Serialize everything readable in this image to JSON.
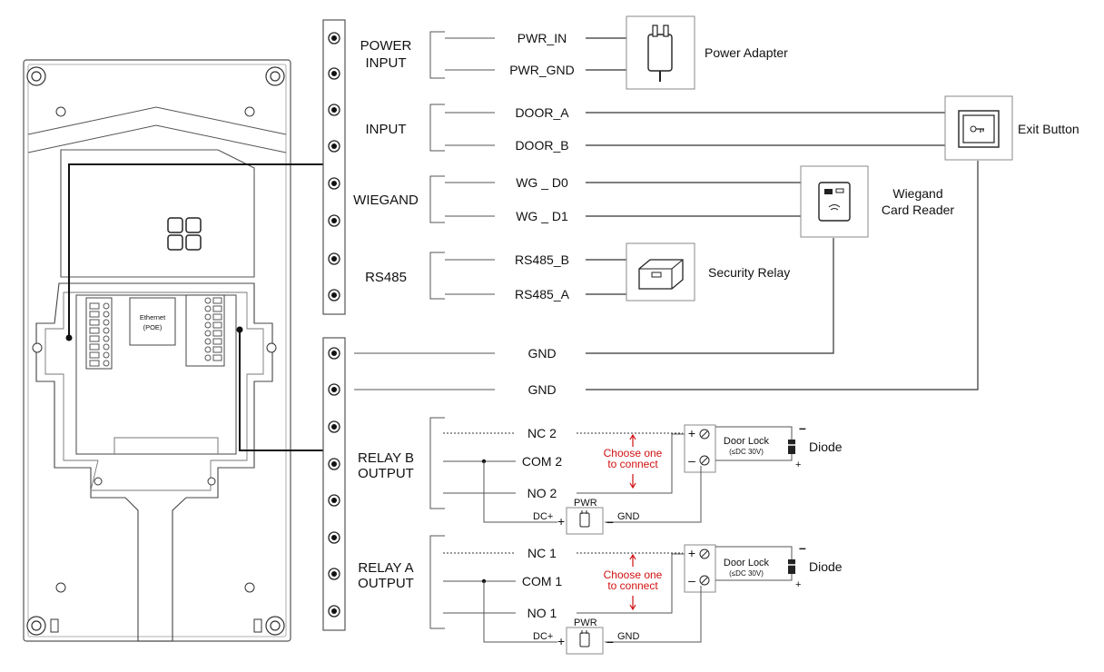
{
  "colors": {
    "line": "#333333",
    "annotation": "#d01010",
    "device_border": "#888888"
  },
  "groups": {
    "power_line1": "POWER",
    "power_line2": "INPUT",
    "input": "INPUT",
    "wiegand": "WIEGAND",
    "rs485": "RS485",
    "relay_b_line1": "RELAY B",
    "relay_b_line2": "OUTPUT",
    "relay_a_line1": "RELAY A",
    "relay_a_line2": "OUTPUT"
  },
  "terminals": {
    "pwr_in": "PWR_IN",
    "pwr_gnd": "PWR_GND",
    "door_a": "DOOR_A",
    "door_b": "DOOR_B",
    "wg_d0": "WG _ D0",
    "wg_d1": "WG _ D1",
    "rs485_b": "RS485_B",
    "rs485_a": "RS485_A",
    "gnd_1": "GND",
    "gnd_2": "GND",
    "nc2": "NC 2",
    "com2": "COM 2",
    "no2": "NO 2",
    "nc1": "NC 1",
    "com1": "COM 1",
    "no1": "NO 1"
  },
  "devices": {
    "power_adapter": "Power Adapter",
    "exit_button": "Exit Button",
    "wiegand_line1": "Wiegand",
    "wiegand_line2": "Card Reader",
    "security_relay": "Security Relay"
  },
  "panel": {
    "ethernet": "Ethernet",
    "poe": "(POE)"
  },
  "relay_b": {
    "choose_line1": "Choose one",
    "choose_line2": "to connect",
    "door_lock": "Door Lock",
    "door_lock_rating": "(≤DC 30V)",
    "diode": "Diode",
    "pwr": "PWR",
    "dc_plus": "DC+",
    "gnd": "GND",
    "plus": "+",
    "minus": "–"
  },
  "relay_a": {
    "choose_line1": "Choose one",
    "choose_line2": "to connect",
    "door_lock": "Door Lock",
    "door_lock_rating": "(≤DC 30V)",
    "diode": "Diode",
    "pwr": "PWR",
    "dc_plus": "DC+",
    "gnd": "GND",
    "plus": "+",
    "minus": "–"
  }
}
